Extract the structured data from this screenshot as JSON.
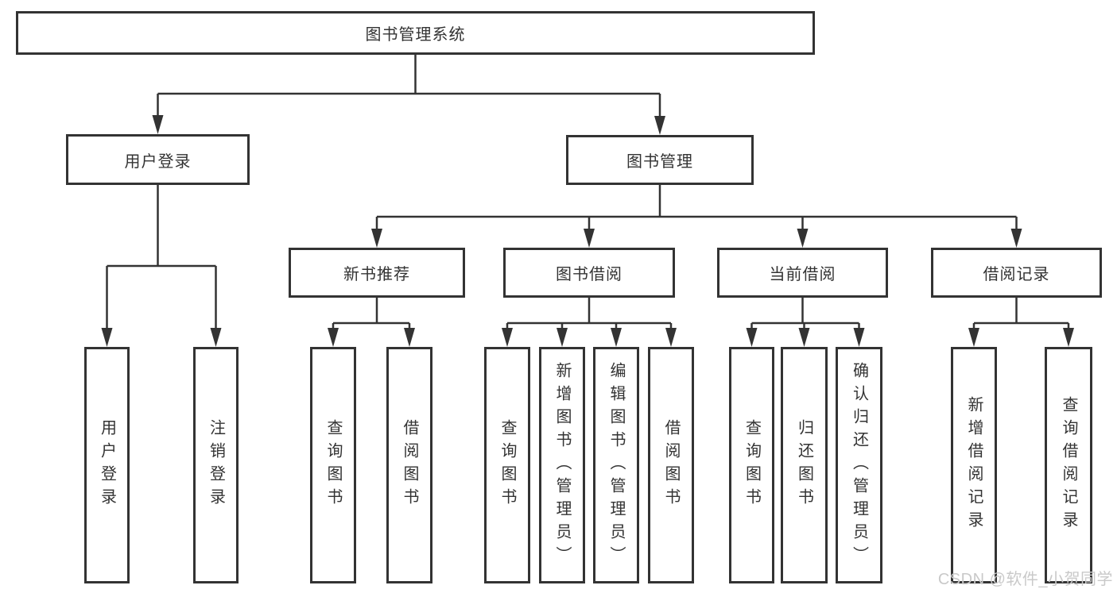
{
  "diagram": {
    "title": "图书管理系统",
    "line_color": "#333333",
    "box_background": "#ffffff",
    "branches": [
      {
        "label": "用户登录",
        "children": [
          {
            "label": "用户登录"
          },
          {
            "label": "注销登录"
          }
        ]
      },
      {
        "label": "图书管理",
        "children": [
          {
            "label": "新书推荐",
            "children": [
              {
                "label": "查询图书"
              },
              {
                "label": "借阅图书"
              }
            ]
          },
          {
            "label": "图书借阅",
            "children": [
              {
                "label": "查询图书"
              },
              {
                "label": "新增图书（管理员）"
              },
              {
                "label": "编辑图书（管理员）"
              },
              {
                "label": "借阅图书"
              }
            ]
          },
          {
            "label": "当前借阅",
            "children": [
              {
                "label": "查询图书"
              },
              {
                "label": "归还图书"
              },
              {
                "label": "确认归还（管理员）"
              }
            ]
          },
          {
            "label": "借阅记录",
            "children": [
              {
                "label": "新增借阅记录"
              },
              {
                "label": "查询借阅记录"
              }
            ]
          }
        ]
      }
    ]
  },
  "watermark": {
    "text": "CSDN @软件_小贺同学",
    "color": "#c9c9c9"
  }
}
